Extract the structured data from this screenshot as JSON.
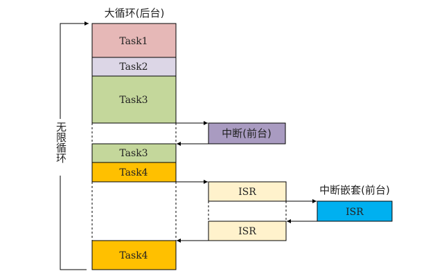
{
  "title": "大循环(后台)",
  "loop_label": "无限循环",
  "nested_label": "中断嵌套(前台)",
  "blocks": {
    "task1": "Task1",
    "task2": "Task2",
    "task3a": "Task3",
    "task3b": "Task3",
    "task4a": "Task4",
    "task4b": "Task4",
    "interrupt": "中断(前台)",
    "isr1": "ISR",
    "isr2": "ISR",
    "isr_nested": "ISR"
  },
  "colors": {
    "task1": "#e6b8b7",
    "task2": "#dcd6e6",
    "task3": "#c4d79b",
    "task4": "#ffc000",
    "interrupt": "#a99bc1",
    "isr": "#fff2cc",
    "isr_nested": "#00b0f0"
  }
}
